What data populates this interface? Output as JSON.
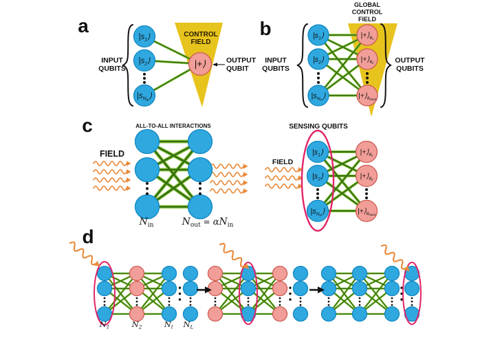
{
  "colors": {
    "qubit_blue": "#2fa8e0",
    "qubit_blue_stroke": "#1187c0",
    "qubit_pink": "#f29e98",
    "qubit_pink_stroke": "#cd5a50",
    "field_yellow": "#e7c31d",
    "coupling_green_dark": "#35700e",
    "coupling_green_light": "#8cc63e",
    "sensing_ellipse_pink": "#e02368",
    "wave_orange": "#e98c3d",
    "arrow_black": "#111111",
    "ket_ink_blue": "#112f4e",
    "ket_ink_pink": "#5a241f"
  },
  "icons": {
    "field_wave": "wavy-arrow",
    "photon_squiggle": "squiggle-arrow",
    "block_step": "right-arrow",
    "qubit": "filled-circle",
    "sensing_group": "pink-ellipse-outline"
  },
  "panels": {
    "a": {
      "label": "a",
      "input_qubits_label": [
        "INPUT",
        "QUBITS"
      ],
      "control_field_label": [
        "CONTROL",
        "FIELD"
      ],
      "output_qubit_label": [
        "OUTPUT",
        "QUBIT"
      ],
      "input_kets": [
        {
          "main": "|s",
          "sub": "1",
          "close": "⟩"
        },
        {
          "main": "|s",
          "sub": "2",
          "close": "⟩"
        },
        {
          "main": "|s",
          "sub": "N",
          "subsub": "in",
          "close": "⟩"
        }
      ],
      "output_ket": {
        "main": "|+⟩"
      }
    },
    "b": {
      "label": "b",
      "global_control_field_label": [
        "GLOBAL",
        "CONTROL",
        "FIELD"
      ],
      "input_qubits_label": [
        "INPUT",
        "QUBITS"
      ],
      "output_qubits_label": [
        "OUTPUT",
        "QUBITS"
      ],
      "input_kets": [
        {
          "main": "|s",
          "sub": "1",
          "close": "⟩"
        },
        {
          "main": "|s",
          "sub": "2",
          "close": "⟩"
        },
        {
          "main": "|s",
          "sub": "N",
          "subsub": "in",
          "close": "⟩"
        }
      ],
      "output_kets": [
        {
          "main": "|+⟩",
          "sub": "θ",
          "subsub": "1"
        },
        {
          "main": "|+⟩",
          "sub": "θ",
          "subsub": "2"
        },
        {
          "main": "|+⟩",
          "sub": "θ",
          "subsub": "Nout"
        }
      ]
    },
    "c": {
      "label": "c",
      "all_to_all_label": "ALL-TO-ALL INTERACTIONS",
      "field_label": "FIELD",
      "n_in": {
        "main": "N",
        "sub": "in"
      },
      "n_out_formula": {
        "lhs": "N",
        "lhs_sub": "out",
        "equals": "=",
        "alpha": "α",
        "rhs": "N",
        "rhs_sub": "in"
      },
      "sensing": {
        "title": "SENSING QUBITS",
        "field_label": "FIELD",
        "input_kets": [
          {
            "main": "|s",
            "sub": "1",
            "close": "⟩"
          },
          {
            "main": "|s",
            "sub": "2",
            "close": "⟩"
          },
          {
            "main": "|s",
            "sub": "N",
            "subsub": "in",
            "close": "⟩"
          }
        ],
        "output_kets": [
          {
            "main": "|+⟩",
            "sub": "θ",
            "subsub": "1"
          },
          {
            "main": "|+⟩",
            "sub": "θ",
            "subsub": "2"
          },
          {
            "main": "|+⟩",
            "sub": "θ",
            "subsub": "Nout"
          }
        ]
      }
    },
    "d": {
      "label": "d",
      "layer_labels": [
        {
          "main": "N",
          "sub": "1"
        },
        {
          "main": "N",
          "sub": "2"
        },
        {
          "main": "N",
          "sub": "l"
        },
        {
          "main": "N",
          "sub": "L"
        }
      ]
    }
  }
}
